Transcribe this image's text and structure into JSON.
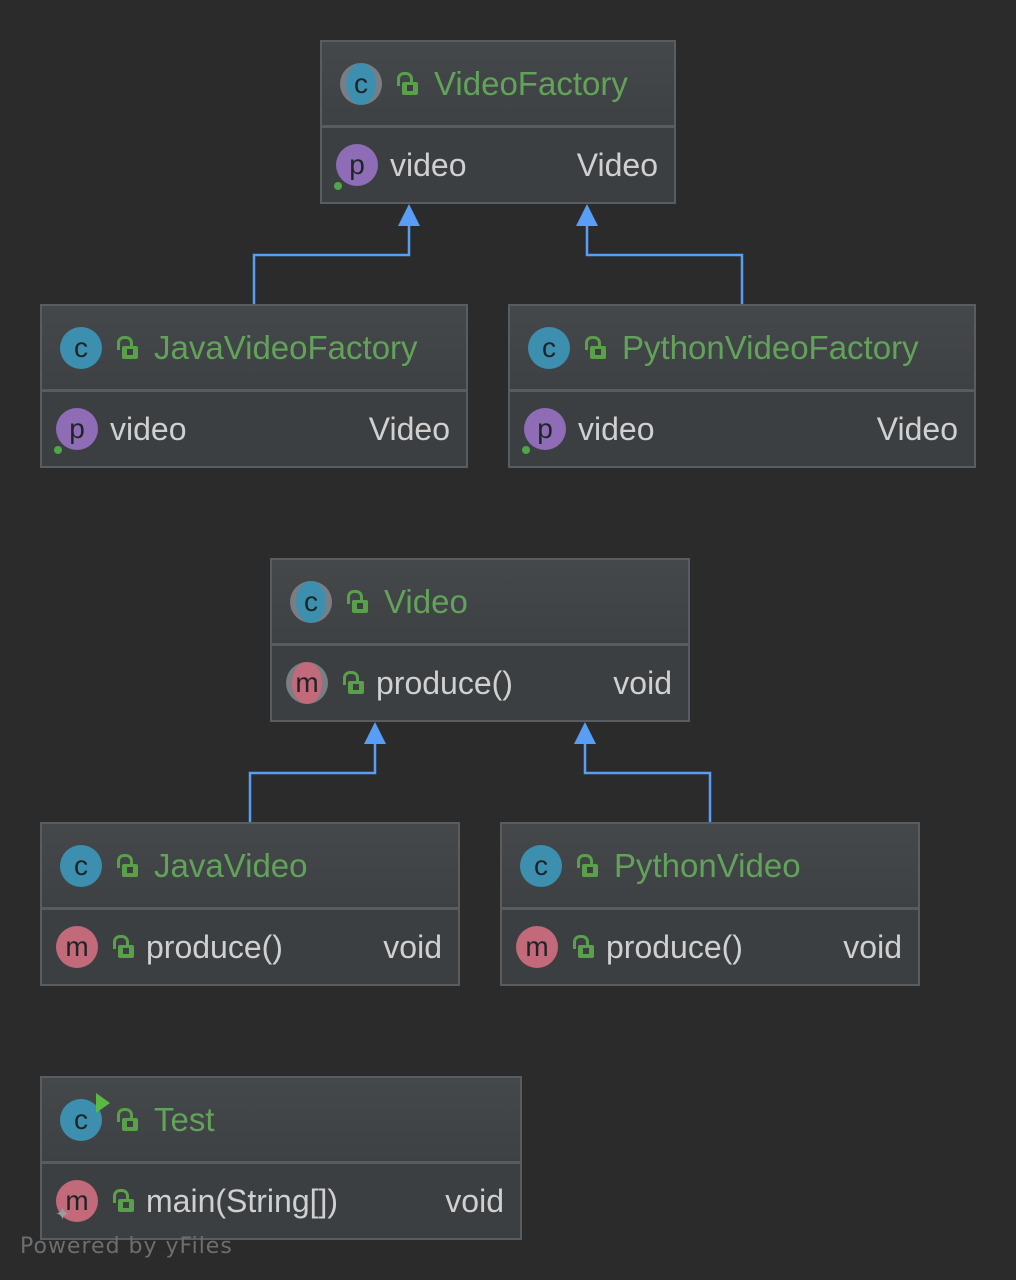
{
  "nodes": {
    "video_factory": {
      "name": "VideoFactory",
      "kind": "abstract-class",
      "members": [
        {
          "kind": "property",
          "name": "video",
          "type": "Video"
        }
      ]
    },
    "java_video_factory": {
      "name": "JavaVideoFactory",
      "kind": "class",
      "members": [
        {
          "kind": "property",
          "name": "video",
          "type": "Video"
        }
      ]
    },
    "python_video_factory": {
      "name": "PythonVideoFactory",
      "kind": "class",
      "members": [
        {
          "kind": "property",
          "name": "video",
          "type": "Video"
        }
      ]
    },
    "video": {
      "name": "Video",
      "kind": "abstract-class",
      "members": [
        {
          "kind": "abstract-method",
          "name": "produce()",
          "type": "void"
        }
      ]
    },
    "java_video": {
      "name": "JavaVideo",
      "kind": "class",
      "members": [
        {
          "kind": "method",
          "name": "produce()",
          "type": "void"
        }
      ]
    },
    "python_video": {
      "name": "PythonVideo",
      "kind": "class",
      "members": [
        {
          "kind": "method",
          "name": "produce()",
          "type": "void"
        }
      ]
    },
    "test": {
      "name": "Test",
      "kind": "runnable-class",
      "members": [
        {
          "kind": "method",
          "name": "main(String[])",
          "type": "void"
        }
      ]
    }
  },
  "edges": [
    {
      "from": "JavaVideoFactory",
      "to": "VideoFactory",
      "type": "inheritance"
    },
    {
      "from": "PythonVideoFactory",
      "to": "VideoFactory",
      "type": "inheritance"
    },
    {
      "from": "JavaVideo",
      "to": "Video",
      "type": "inheritance"
    },
    {
      "from": "PythonVideo",
      "to": "Video",
      "type": "inheritance"
    }
  ],
  "icons": {
    "class_badge": "c",
    "property_badge": "p",
    "method_badge": "m",
    "visibility": "unlocked-lock-icon"
  },
  "colors": {
    "background": "#2b2b2b",
    "node_fill": "#3c3f41",
    "class_name": "#62a35a",
    "edge": "#589df6"
  },
  "watermark": "Powered by yFiles"
}
